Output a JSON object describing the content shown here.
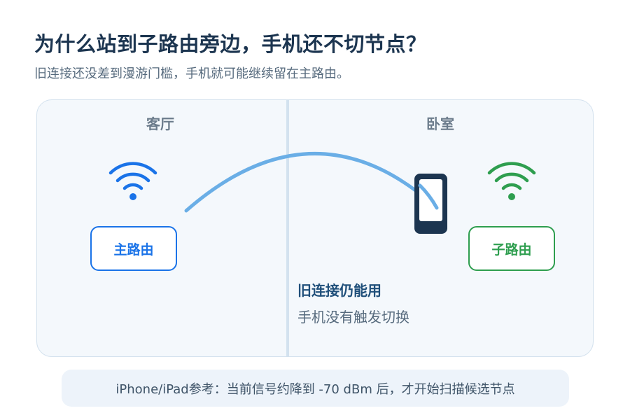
{
  "header": {
    "title": "为什么站到子路由旁边，手机还不切节点？",
    "subtitle": "旧连接还没差到漫游门槛，手机就可能继续留在主路由。"
  },
  "rooms": {
    "left_label": "客厅",
    "right_label": "卧室"
  },
  "routers": {
    "main": {
      "label": "主路由",
      "color": "#1a73e8",
      "icon": "wifi-icon"
    },
    "sub": {
      "label": "子路由",
      "color": "#2e9e4f",
      "icon": "wifi-icon"
    }
  },
  "phone": {
    "icon": "phone-icon",
    "color": "#1c3550"
  },
  "connection": {
    "color": "#6aaee6"
  },
  "note": {
    "title": "旧连接仍能用",
    "body": "手机没有触发切换"
  },
  "footer": {
    "text": "iPhone/iPad参考：当前信号约降到 -70 dBm 后，才开始扫描候选节点"
  }
}
